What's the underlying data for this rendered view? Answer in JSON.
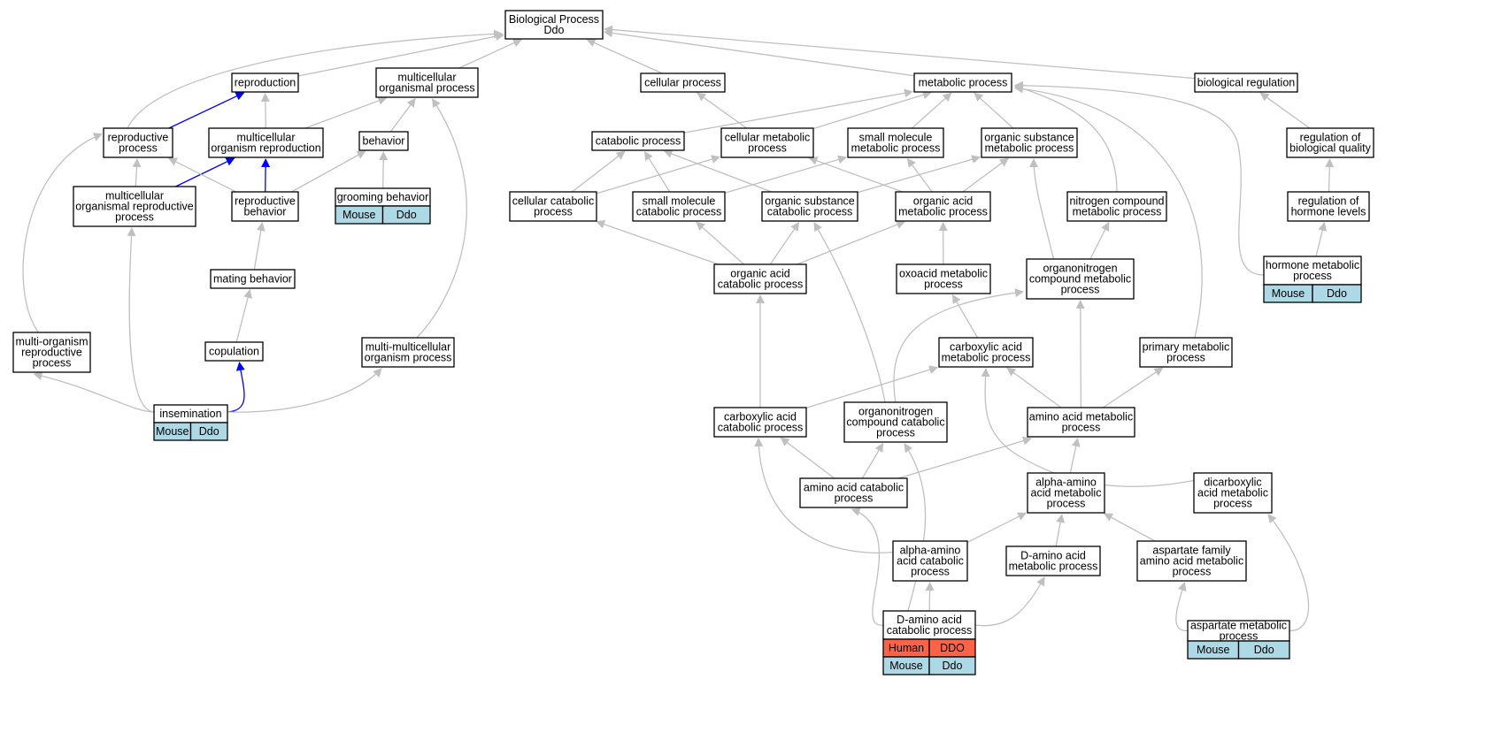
{
  "colors": {
    "edge": "#c0c0c0",
    "highlight_edge": "#0000ff",
    "mouse_cell": "#add8e6",
    "human_cell": "#ff6347",
    "node_border": "#000000",
    "node_fill": "#ffffff"
  },
  "nodes": [
    {
      "id": "bp",
      "lines": [
        "Biological Process",
        "Ddo"
      ]
    },
    {
      "id": "reproduction",
      "lines": [
        "reproduction"
      ]
    },
    {
      "id": "mop",
      "lines": [
        "multicellular",
        "organismal process"
      ]
    },
    {
      "id": "cellular_process",
      "lines": [
        "cellular process"
      ]
    },
    {
      "id": "metabolic",
      "lines": [
        "metabolic process"
      ]
    },
    {
      "id": "bioreg",
      "lines": [
        "biological regulation"
      ]
    },
    {
      "id": "repro_process",
      "lines": [
        "reproductive",
        "process"
      ]
    },
    {
      "id": "mc_org_repro",
      "lines": [
        "multicellular",
        "organism reproduction"
      ]
    },
    {
      "id": "behavior",
      "lines": [
        "behavior"
      ]
    },
    {
      "id": "catabolic",
      "lines": [
        "catabolic process"
      ]
    },
    {
      "id": "cell_metab",
      "lines": [
        "cellular metabolic",
        "process"
      ]
    },
    {
      "id": "small_mol_metab",
      "lines": [
        "small molecule",
        "metabolic process"
      ]
    },
    {
      "id": "org_sub_metab",
      "lines": [
        "organic substance",
        "metabolic process"
      ]
    },
    {
      "id": "reg_bioqual",
      "lines": [
        "regulation of",
        "biological quality"
      ]
    },
    {
      "id": "mc_org_repro_proc",
      "lines": [
        "multicellular",
        "organismal reproductive",
        "process"
      ]
    },
    {
      "id": "repro_behavior",
      "lines": [
        "reproductive",
        "behavior"
      ]
    },
    {
      "id": "grooming",
      "lines": [
        "grooming behavior"
      ],
      "cells": [
        [
          "Mouse",
          "Ddo"
        ]
      ]
    },
    {
      "id": "cell_catab",
      "lines": [
        "cellular catabolic",
        "process"
      ]
    },
    {
      "id": "small_mol_catab",
      "lines": [
        "small molecule",
        "catabolic process"
      ]
    },
    {
      "id": "org_sub_catab",
      "lines": [
        "organic substance",
        "catabolic process"
      ]
    },
    {
      "id": "org_acid_metab",
      "lines": [
        "organic acid",
        "metabolic process"
      ]
    },
    {
      "id": "nitrogen_metab",
      "lines": [
        "nitrogen compound",
        "metabolic process"
      ]
    },
    {
      "id": "reg_hormone",
      "lines": [
        "regulation of",
        "hormone levels"
      ]
    },
    {
      "id": "mating",
      "lines": [
        "mating behavior"
      ]
    },
    {
      "id": "org_acid_catab",
      "lines": [
        "organic acid",
        "catabolic process"
      ]
    },
    {
      "id": "oxoacid",
      "lines": [
        "oxoacid metabolic",
        "process"
      ]
    },
    {
      "id": "organonitro_metab",
      "lines": [
        "organonitrogen",
        "compound metabolic",
        "process"
      ]
    },
    {
      "id": "hormone_metab",
      "lines": [
        "hormone metabolic",
        "process"
      ],
      "cells": [
        [
          "Mouse",
          "Ddo"
        ]
      ]
    },
    {
      "id": "multi_org_repro",
      "lines": [
        "multi-organism",
        "reproductive",
        "process"
      ]
    },
    {
      "id": "copulation",
      "lines": [
        "copulation"
      ]
    },
    {
      "id": "multi_mc",
      "lines": [
        "multi-multicellular",
        "organism process"
      ]
    },
    {
      "id": "carbox_metab",
      "lines": [
        "carboxylic acid",
        "metabolic process"
      ]
    },
    {
      "id": "primary_metab",
      "lines": [
        "primary metabolic",
        "process"
      ]
    },
    {
      "id": "insemination",
      "lines": [
        "insemination"
      ],
      "cells": [
        [
          "Mouse",
          "Ddo"
        ]
      ]
    },
    {
      "id": "carbox_catab",
      "lines": [
        "carboxylic acid",
        "catabolic process"
      ]
    },
    {
      "id": "organonitro_catab",
      "lines": [
        "organonitrogen",
        "compound catabolic",
        "process"
      ]
    },
    {
      "id": "aa_metab",
      "lines": [
        "amino acid metabolic",
        "process"
      ]
    },
    {
      "id": "aa_catab",
      "lines": [
        "amino acid catabolic",
        "process"
      ]
    },
    {
      "id": "alpha_aa_metab",
      "lines": [
        "alpha-amino",
        "acid metabolic",
        "process"
      ]
    },
    {
      "id": "dicarbox",
      "lines": [
        "dicarboxylic",
        "acid metabolic",
        "process"
      ]
    },
    {
      "id": "alpha_aa_catab",
      "lines": [
        "alpha-amino",
        "acid catabolic",
        "process"
      ]
    },
    {
      "id": "d_aa_metab",
      "lines": [
        "D-amino acid",
        "metabolic process"
      ]
    },
    {
      "id": "asp_family",
      "lines": [
        "aspartate family",
        "amino acid metabolic",
        "process"
      ]
    },
    {
      "id": "d_aa_catab",
      "lines": [
        "D-amino acid",
        "catabolic process"
      ],
      "cells": [
        [
          "Human",
          "DDO"
        ],
        [
          "Mouse",
          "Ddo"
        ]
      ]
    },
    {
      "id": "asp_metab",
      "lines": [
        "aspartate metabolic",
        "process"
      ],
      "cells": [
        [
          "Mouse",
          "Ddo"
        ]
      ]
    }
  ],
  "edges": [
    {
      "from": "reproduction",
      "to": "bp"
    },
    {
      "from": "mop",
      "to": "bp"
    },
    {
      "from": "cellular_process",
      "to": "bp"
    },
    {
      "from": "metabolic",
      "to": "bp"
    },
    {
      "from": "bioreg",
      "to": "bp"
    },
    {
      "from": "repro_process",
      "to": "bp"
    },
    {
      "from": "repro_process",
      "to": "reproduction",
      "highlight": true
    },
    {
      "from": "mc_org_repro",
      "to": "reproduction"
    },
    {
      "from": "mc_org_repro",
      "to": "mop"
    },
    {
      "from": "behavior",
      "to": "mop"
    },
    {
      "from": "mc_org_repro_proc",
      "to": "repro_process"
    },
    {
      "from": "mc_org_repro_proc",
      "to": "mc_org_repro",
      "highlight": true
    },
    {
      "from": "repro_behavior",
      "to": "repro_process"
    },
    {
      "from": "repro_behavior",
      "to": "mc_org_repro",
      "highlight": true
    },
    {
      "from": "repro_behavior",
      "to": "behavior"
    },
    {
      "from": "grooming",
      "to": "behavior"
    },
    {
      "from": "mating",
      "to": "repro_behavior"
    },
    {
      "from": "copulation",
      "to": "mating"
    },
    {
      "from": "multi_org_repro",
      "to": "repro_process"
    },
    {
      "from": "multi_mc",
      "to": "mop"
    },
    {
      "from": "insemination",
      "to": "copulation",
      "highlight": true
    },
    {
      "from": "insemination",
      "to": "multi_org_repro"
    },
    {
      "from": "insemination",
      "to": "mc_org_repro_proc"
    },
    {
      "from": "insemination",
      "to": "multi_mc"
    },
    {
      "from": "catabolic",
      "to": "metabolic"
    },
    {
      "from": "cell_metab",
      "to": "cellular_process"
    },
    {
      "from": "cell_metab",
      "to": "metabolic"
    },
    {
      "from": "small_mol_metab",
      "to": "metabolic"
    },
    {
      "from": "org_sub_metab",
      "to": "metabolic"
    },
    {
      "from": "reg_bioqual",
      "to": "bioreg"
    },
    {
      "from": "cell_catab",
      "to": "catabolic"
    },
    {
      "from": "cell_catab",
      "to": "cell_metab"
    },
    {
      "from": "small_mol_catab",
      "to": "catabolic"
    },
    {
      "from": "small_mol_catab",
      "to": "small_mol_metab"
    },
    {
      "from": "org_sub_catab",
      "to": "catabolic"
    },
    {
      "from": "org_sub_catab",
      "to": "org_sub_metab"
    },
    {
      "from": "org_acid_metab",
      "to": "cell_metab"
    },
    {
      "from": "org_acid_metab",
      "to": "small_mol_metab"
    },
    {
      "from": "org_acid_metab",
      "to": "org_sub_metab"
    },
    {
      "from": "nitrogen_metab",
      "to": "metabolic"
    },
    {
      "from": "reg_hormone",
      "to": "reg_bioqual"
    },
    {
      "from": "hormone_metab",
      "to": "reg_hormone"
    },
    {
      "from": "hormone_metab",
      "to": "metabolic"
    },
    {
      "from": "org_acid_catab",
      "to": "cell_catab"
    },
    {
      "from": "org_acid_catab",
      "to": "small_mol_catab"
    },
    {
      "from": "org_acid_catab",
      "to": "org_sub_catab"
    },
    {
      "from": "org_acid_catab",
      "to": "org_acid_metab"
    },
    {
      "from": "oxoacid",
      "to": "org_acid_metab"
    },
    {
      "from": "organonitro_metab",
      "to": "nitrogen_metab"
    },
    {
      "from": "organonitro_metab",
      "to": "org_sub_metab"
    },
    {
      "from": "carbox_metab",
      "to": "oxoacid"
    },
    {
      "from": "primary_metab",
      "to": "metabolic"
    },
    {
      "from": "carbox_catab",
      "to": "org_acid_catab"
    },
    {
      "from": "carbox_catab",
      "to": "carbox_metab"
    },
    {
      "from": "organonitro_catab",
      "to": "org_sub_catab"
    },
    {
      "from": "organonitro_catab",
      "to": "organonitro_metab"
    },
    {
      "from": "aa_metab",
      "to": "carbox_metab"
    },
    {
      "from": "aa_metab",
      "to": "organonitro_metab"
    },
    {
      "from": "aa_metab",
      "to": "primary_metab"
    },
    {
      "from": "aa_catab",
      "to": "carbox_catab"
    },
    {
      "from": "aa_catab",
      "to": "organonitro_catab"
    },
    {
      "from": "aa_catab",
      "to": "aa_metab"
    },
    {
      "from": "alpha_aa_metab",
      "to": "aa_metab"
    },
    {
      "from": "dicarbox",
      "to": "carbox_metab"
    },
    {
      "from": "alpha_aa_catab",
      "to": "alpha_aa_metab"
    },
    {
      "from": "alpha_aa_catab",
      "to": "carbox_catab"
    },
    {
      "from": "d_aa_metab",
      "to": "alpha_aa_metab"
    },
    {
      "from": "asp_family",
      "to": "alpha_aa_metab"
    },
    {
      "from": "d_aa_catab",
      "to": "alpha_aa_catab"
    },
    {
      "from": "d_aa_catab",
      "to": "d_aa_metab"
    },
    {
      "from": "d_aa_catab",
      "to": "aa_catab"
    },
    {
      "from": "d_aa_catab",
      "to": "organonitro_catab"
    },
    {
      "from": "asp_metab",
      "to": "asp_family"
    },
    {
      "from": "asp_metab",
      "to": "dicarbox"
    }
  ]
}
